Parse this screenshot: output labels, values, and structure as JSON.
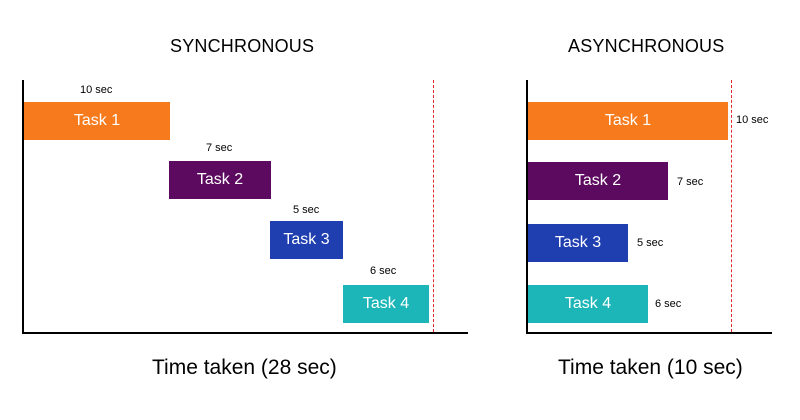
{
  "colors": {
    "task1": "#f77a1c",
    "task2": "#5c0a5f",
    "task3": "#1f3fb0",
    "task4": "#1cb6b8",
    "deadline": "#e0282e"
  },
  "sync": {
    "title": "SYNCHRONOUS",
    "caption": "Time taken (28 sec)",
    "tasks": [
      {
        "label": "Task 1",
        "duration": "10 sec"
      },
      {
        "label": "Task 2",
        "duration": "7 sec"
      },
      {
        "label": "Task 3",
        "duration": "5 sec"
      },
      {
        "label": "Task 4",
        "duration": "6 sec"
      }
    ]
  },
  "async": {
    "title": "ASYNCHRONOUS",
    "caption": "Time taken (10 sec)",
    "tasks": [
      {
        "label": "Task 1",
        "duration": "10 sec"
      },
      {
        "label": "Task 2",
        "duration": "7 sec"
      },
      {
        "label": "Task 3",
        "duration": "5 sec"
      },
      {
        "label": "Task 4",
        "duration": "6 sec"
      }
    ]
  }
}
